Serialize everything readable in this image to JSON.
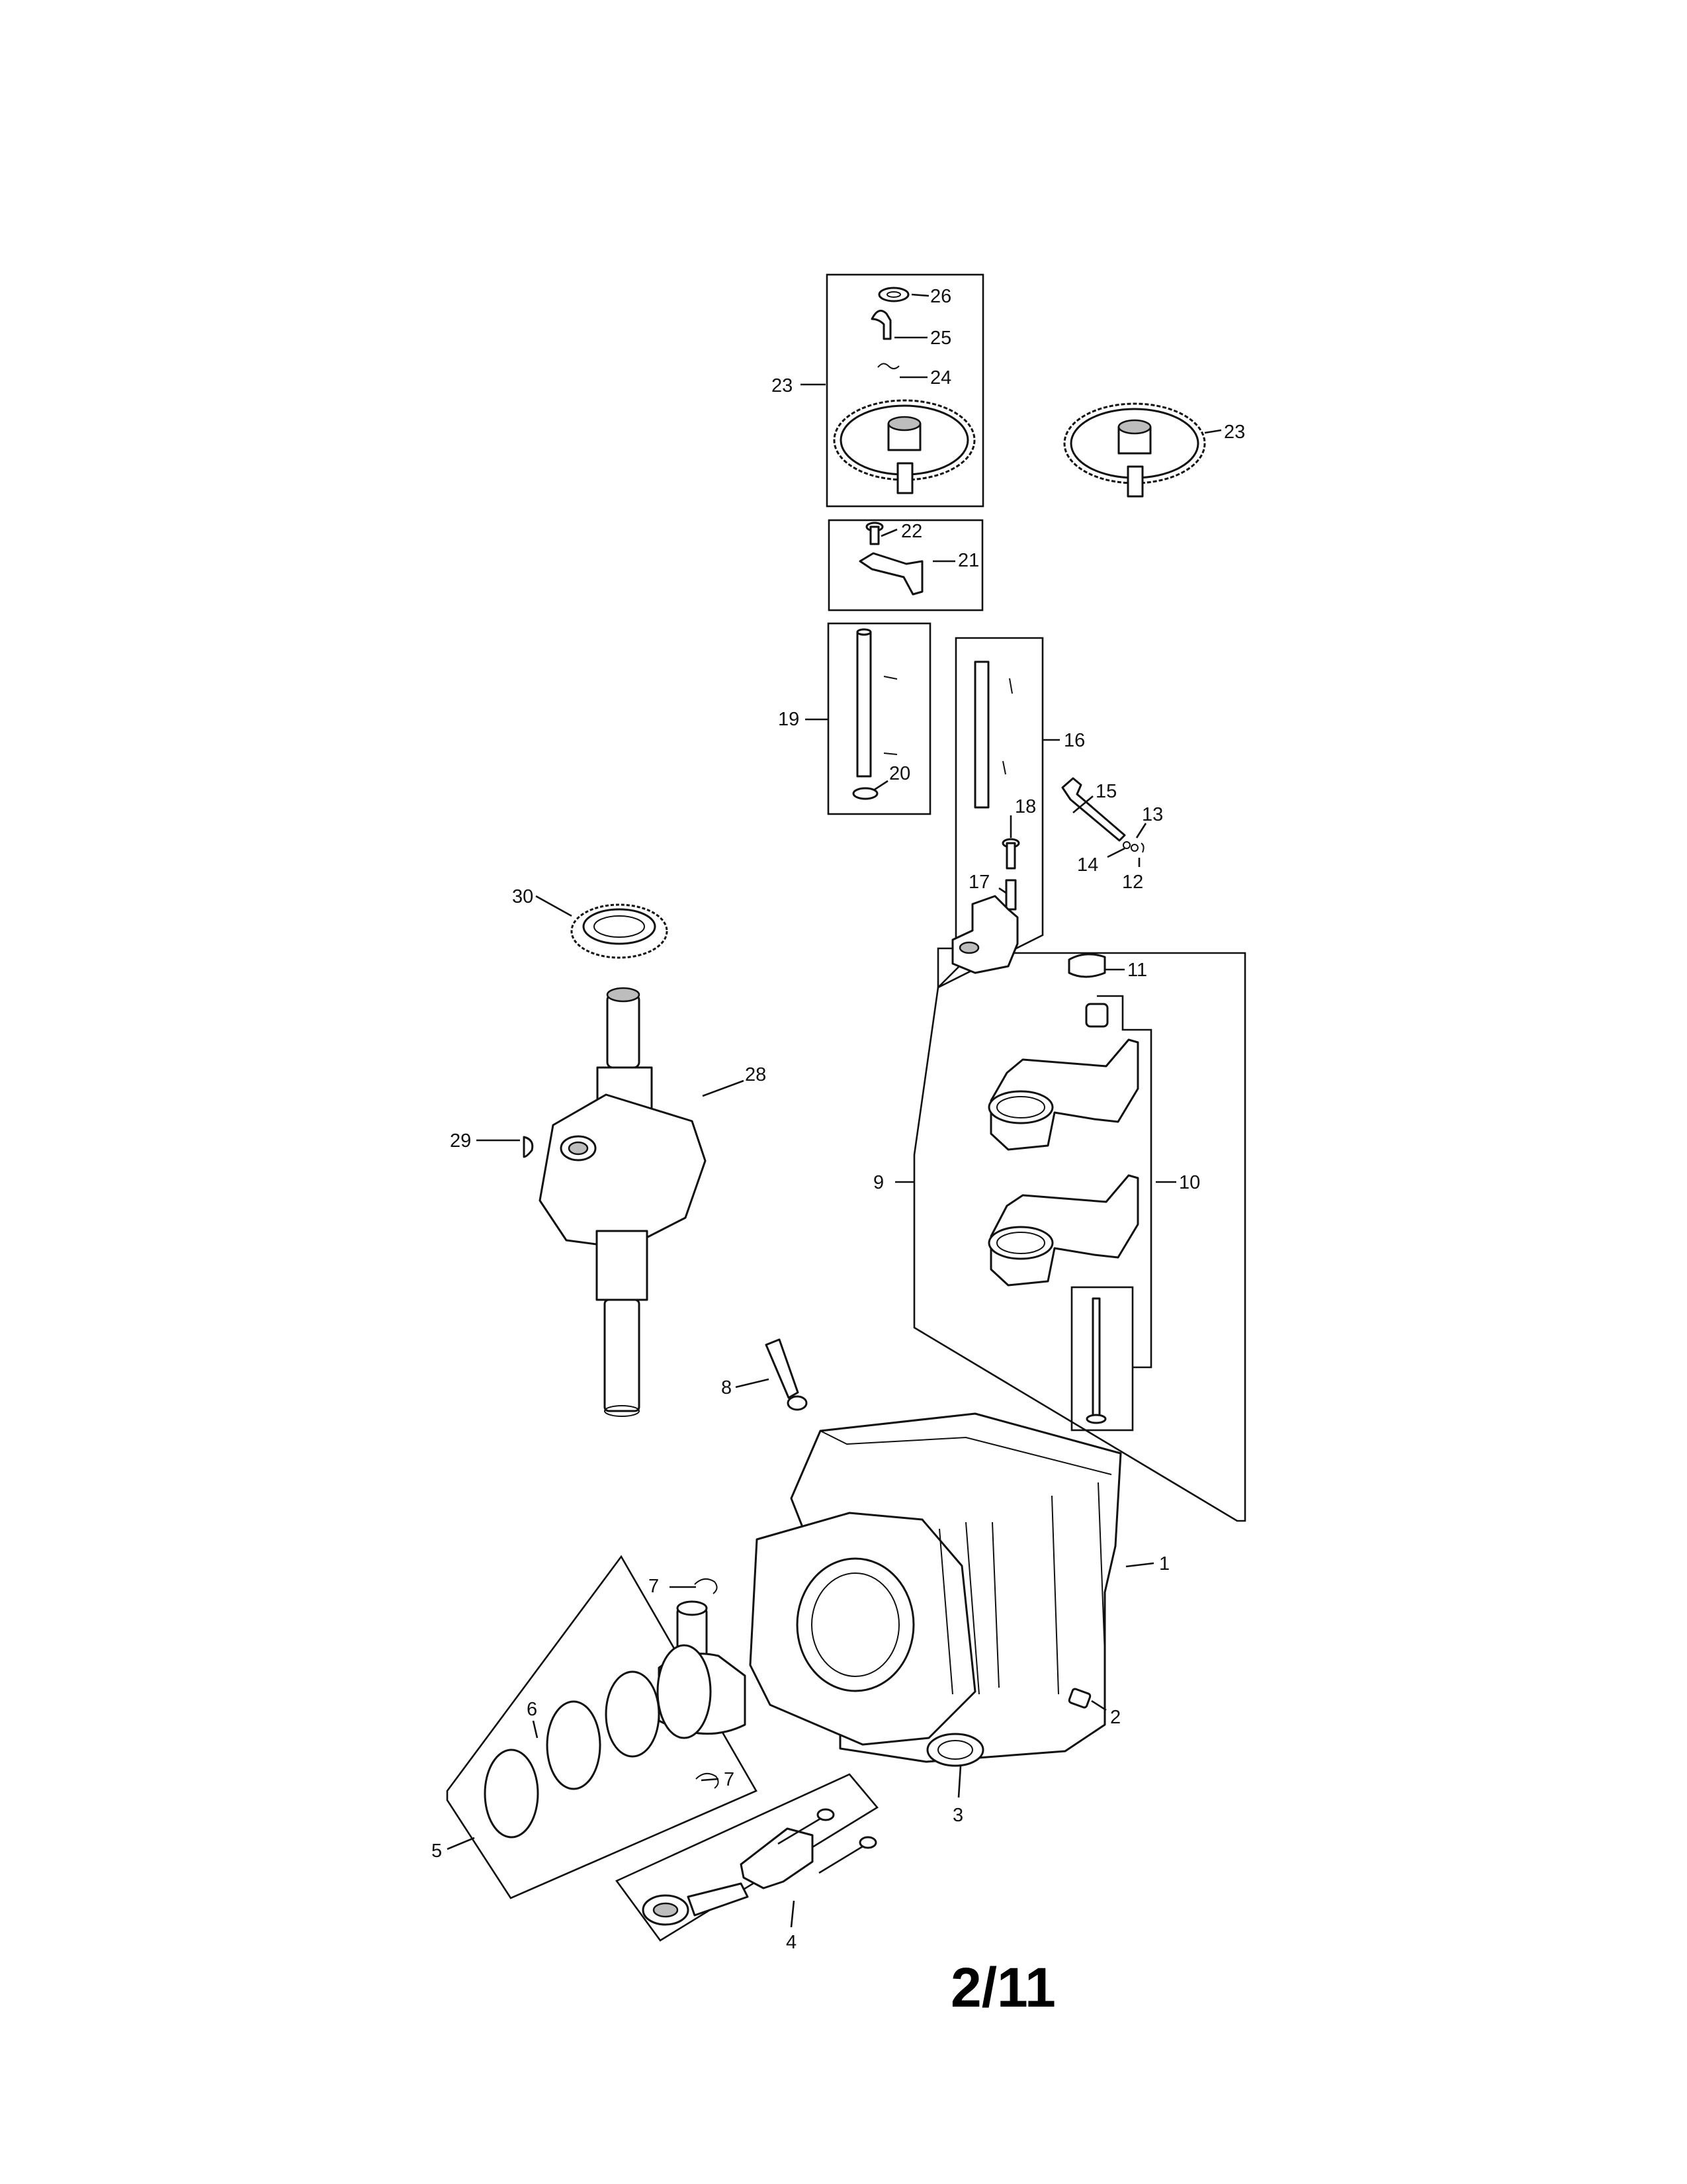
{
  "page_number": "2/11",
  "callouts": [
    {
      "id": "c1",
      "text": "1"
    },
    {
      "id": "c2",
      "text": "2"
    },
    {
      "id": "c3",
      "text": "3"
    },
    {
      "id": "c4",
      "text": "4"
    },
    {
      "id": "c5",
      "text": "5"
    },
    {
      "id": "c6",
      "text": "6"
    },
    {
      "id": "c7a",
      "text": "7"
    },
    {
      "id": "c7b",
      "text": "7"
    },
    {
      "id": "c8",
      "text": "8"
    },
    {
      "id": "c9",
      "text": "9"
    },
    {
      "id": "c10",
      "text": "10"
    },
    {
      "id": "c11",
      "text": "11"
    },
    {
      "id": "c12",
      "text": "12"
    },
    {
      "id": "c13",
      "text": "13"
    },
    {
      "id": "c14",
      "text": "14"
    },
    {
      "id": "c15",
      "text": "15"
    },
    {
      "id": "c16",
      "text": "16"
    },
    {
      "id": "c17",
      "text": "17"
    },
    {
      "id": "c18",
      "text": "18"
    },
    {
      "id": "c19",
      "text": "19"
    },
    {
      "id": "c20",
      "text": "20"
    },
    {
      "id": "c21",
      "text": "21"
    },
    {
      "id": "c22",
      "text": "22"
    },
    {
      "id": "c23a",
      "text": "23"
    },
    {
      "id": "c23b",
      "text": "23"
    },
    {
      "id": "c24",
      "text": "24"
    },
    {
      "id": "c25",
      "text": "25"
    },
    {
      "id": "c26",
      "text": "26"
    },
    {
      "id": "c28",
      "text": "28"
    },
    {
      "id": "c29",
      "text": "29"
    },
    {
      "id": "c30",
      "text": "30"
    }
  ]
}
